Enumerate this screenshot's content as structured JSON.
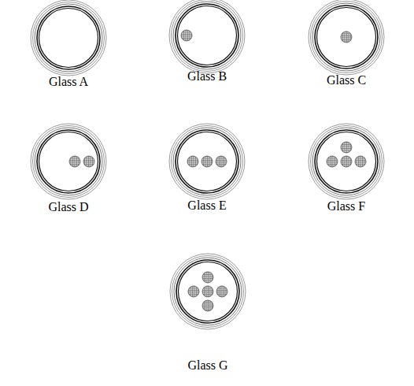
{
  "diagram": {
    "nodes": [
      {
        "text": [
          "Glass A"
        ]
      },
      {
        "text": [
          "Glass B"
        ]
      },
      {
        "text": [
          "Glass C"
        ]
      },
      {
        "text": [
          "Glass D"
        ]
      },
      {
        "text": [
          "Glass E"
        ]
      },
      {
        "text": [
          "Glass F"
        ]
      },
      {
        "text": [
          "Glass G"
        ]
      }
    ]
  }
}
